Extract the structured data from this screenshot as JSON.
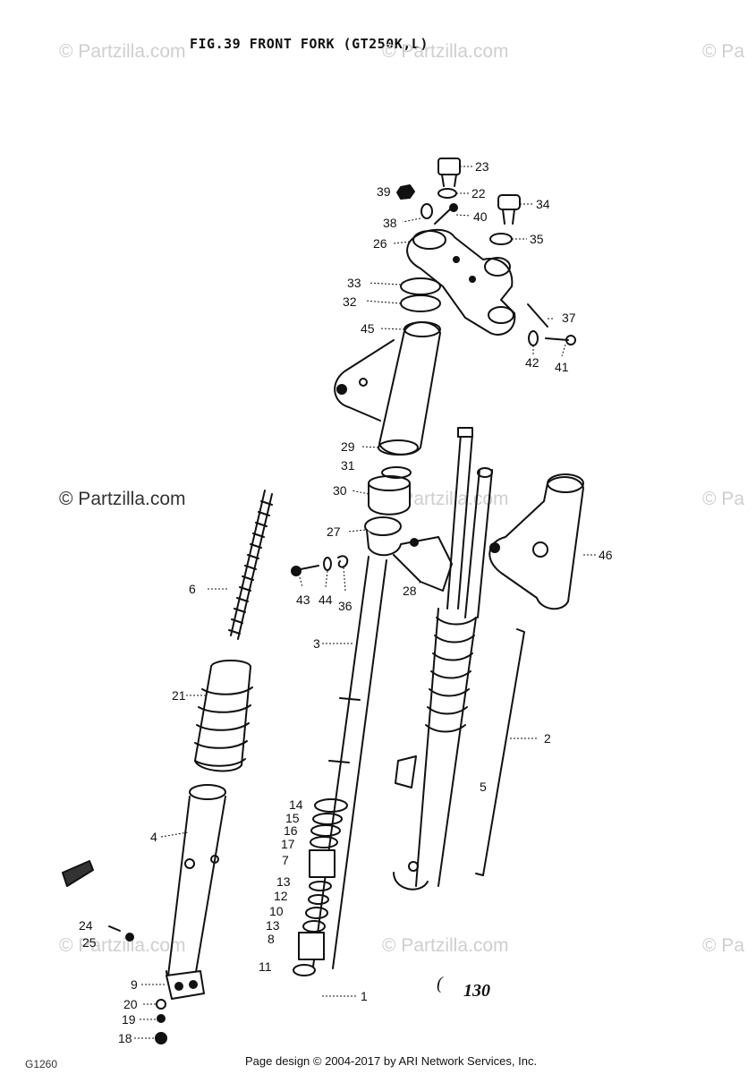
{
  "title": "FIG.39  FRONT FORK (GT250K,L)",
  "watermark_text": "© Partzilla.com",
  "watermark_partial": "© Pa",
  "footer": "Page design © 2004-2017 by ARI Network Services, Inc.",
  "corner_code": "G1260",
  "page_number": "130",
  "page_tick": "(",
  "parts": {
    "p23": "23",
    "p22": "22",
    "p39": "39",
    "p40": "40",
    "p38": "38",
    "p34": "34",
    "p35": "35",
    "p26": "26",
    "p33": "33",
    "p32": "32",
    "p45": "45",
    "p37": "37",
    "p42": "42",
    "p41": "41",
    "p29": "29",
    "p31": "31",
    "p30": "30",
    "p27": "27",
    "p46": "46",
    "p6": "6",
    "p43": "43",
    "p44": "44",
    "p36": "36",
    "p28": "28",
    "p3": "3",
    "p21": "21",
    "p2": "2",
    "p5": "5",
    "p4": "4",
    "p14": "14",
    "p15": "15",
    "p16": "16",
    "p17": "17",
    "p7": "7",
    "p13a": "13",
    "p12": "12",
    "p10": "10",
    "p13b": "13",
    "p8": "8",
    "p11": "11",
    "p24": "24",
    "p25": "25",
    "p9": "9",
    "p20": "20",
    "p19": "19",
    "p18": "18",
    "p1": "1"
  }
}
